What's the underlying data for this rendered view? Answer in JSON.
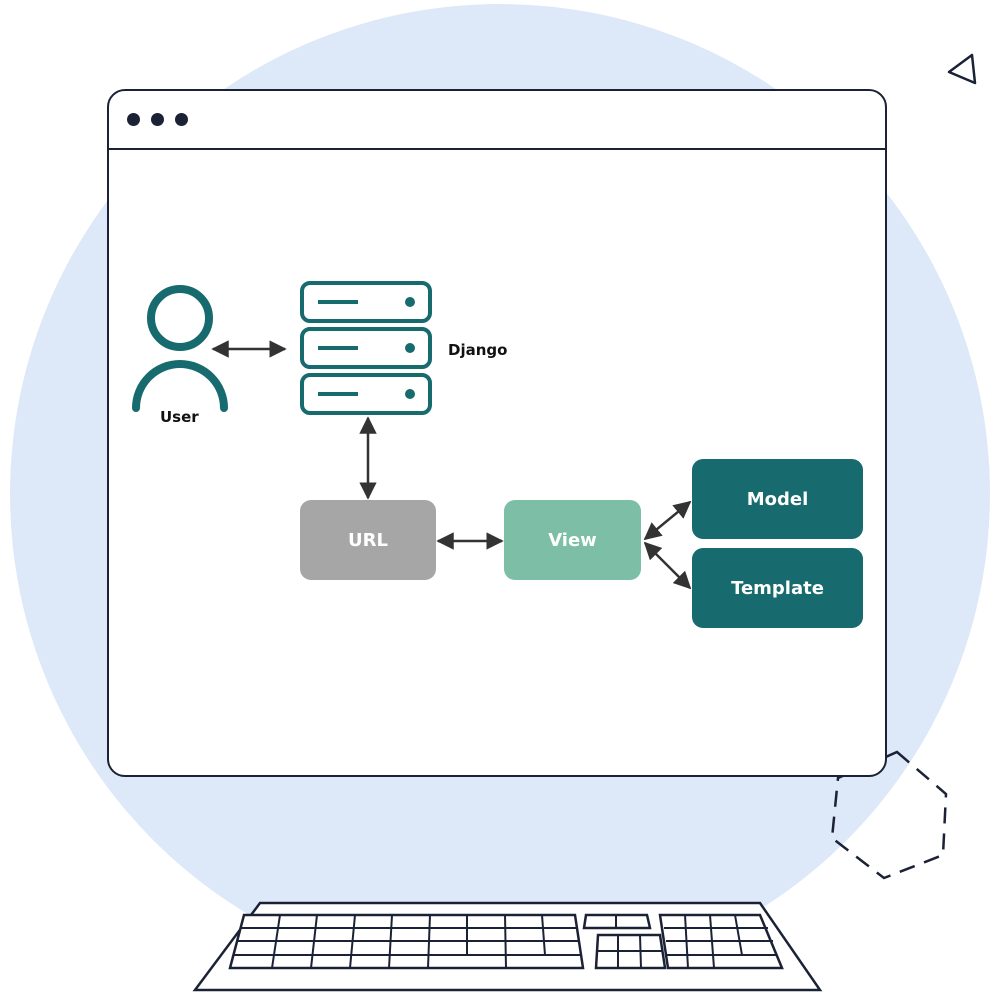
{
  "diagram": {
    "user_label": "User",
    "server_label": "Django",
    "nodes": {
      "url": "URL",
      "view": "View",
      "model": "Model",
      "template": "Template"
    }
  },
  "colors": {
    "teal_dark": "#176a6e",
    "teal_light": "#7cbfa6",
    "gray": "#a6a6a6",
    "outline": "#1b2236",
    "backdrop": "#dde9f8"
  }
}
